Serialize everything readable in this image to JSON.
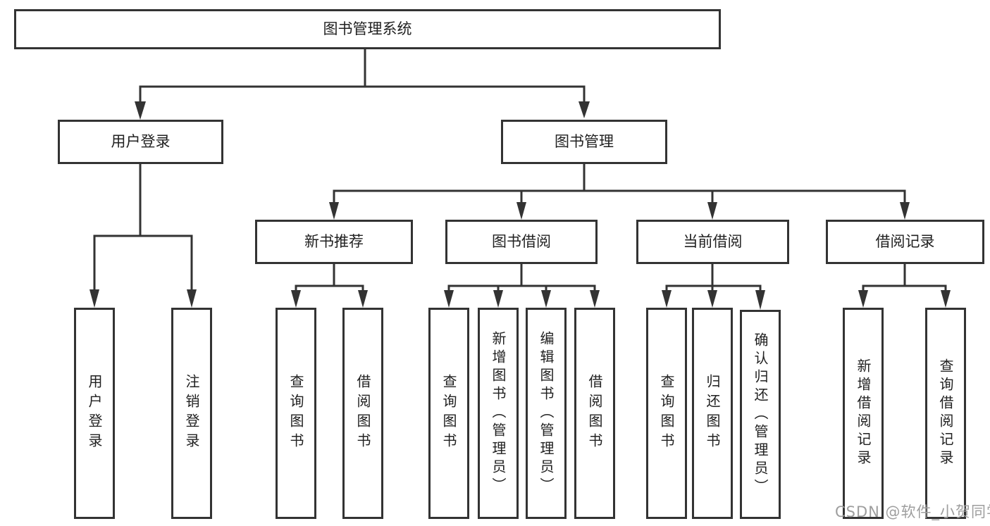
{
  "diagram": {
    "type": "tree",
    "direction": "top-down",
    "colors": {
      "line": "#333333",
      "border": "#333333",
      "text": "#212121",
      "watermark": "#9e9e9e",
      "background": "#ffffff"
    },
    "nodes": {
      "root": {
        "label": "图书管理系统"
      },
      "level2": [
        {
          "label": "用户登录",
          "children": [
            {
              "label": "用户登录"
            },
            {
              "label": "注销登录"
            }
          ]
        },
        {
          "label": "图书管理",
          "children": [
            {
              "label": "新书推荐",
              "children": [
                {
                  "label": "查询图书"
                },
                {
                  "label": "借阅图书"
                }
              ]
            },
            {
              "label": "图书借阅",
              "children": [
                {
                  "label": "查询图书"
                },
                {
                  "label": "新增图书（管理员）"
                },
                {
                  "label": "编辑图书（管理员）"
                },
                {
                  "label": "借阅图书"
                }
              ]
            },
            {
              "label": "当前借阅",
              "children": [
                {
                  "label": "查询图书"
                },
                {
                  "label": "归还图书"
                },
                {
                  "label": "确认归还（管理员）"
                }
              ]
            },
            {
              "label": "借阅记录",
              "children": [
                {
                  "label": "新增借阅记录"
                },
                {
                  "label": "查询借阅记录"
                }
              ]
            }
          ]
        }
      ]
    },
    "watermark": {
      "text": "CSDN @软件_小贺同学"
    }
  }
}
